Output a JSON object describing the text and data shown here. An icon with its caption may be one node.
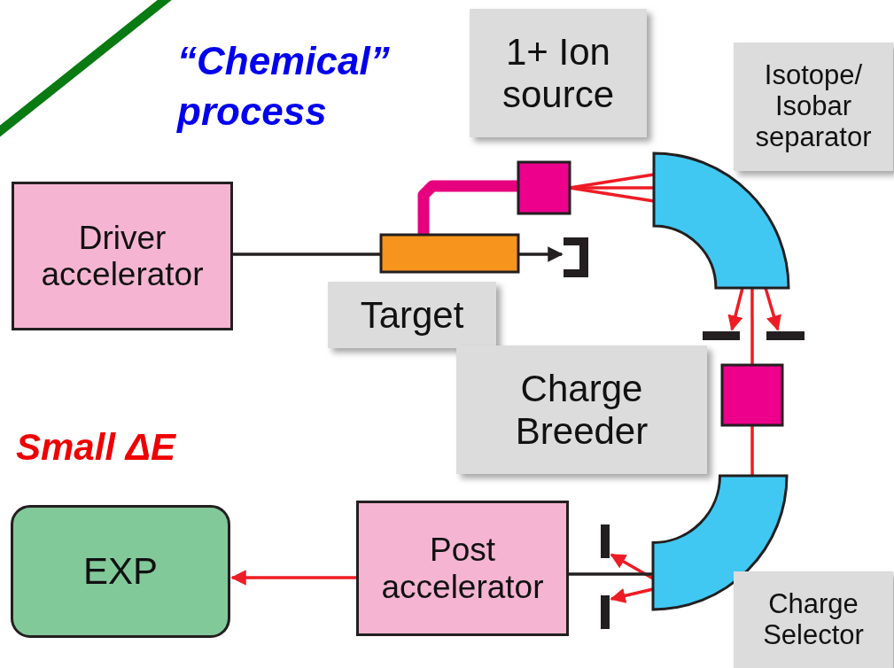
{
  "diagram": {
    "nodes": [
      {
        "text": [
          "Driver accelerator"
        ]
      },
      {
        "text": [],
        "shape": "bar"
      },
      {
        "text": [
          "Target"
        ]
      },
      {
        "text": [],
        "shape": "bracket"
      },
      {
        "text": [],
        "shape": "box"
      },
      {
        "text": [
          "1+ Ion source"
        ]
      },
      {
        "text": [],
        "shape": "arc"
      },
      {
        "text": [
          "Isotope/ Isobar separator"
        ]
      },
      {
        "text": [],
        "shape": "bar"
      },
      {
        "text": [],
        "shape": "bar"
      },
      {
        "text": [],
        "shape": "box"
      },
      {
        "text": [
          "Charge Breeder"
        ]
      },
      {
        "text": [],
        "shape": "arc"
      },
      {
        "text": [
          "Charge Selector"
        ]
      },
      {
        "text": [],
        "shape": "bar"
      },
      {
        "text": [],
        "shape": "bar"
      },
      {
        "text": [
          "Post accelerator"
        ]
      },
      {
        "text": [
          "EXP"
        ]
      }
    ],
    "edges": [
      {
        "from": 0,
        "to": 1,
        "arrow": "none",
        "color": "#231f20"
      },
      {
        "from": 1,
        "to": 3,
        "arrow": "to",
        "color": "#231f20"
      },
      {
        "from": 1,
        "to": 4,
        "arrow": "none",
        "style": "thick",
        "color": "#e6007e"
      },
      {
        "from": 4,
        "to": 6,
        "arrow": "none"
      },
      {
        "from": 4,
        "to": 6,
        "arrow": "none"
      },
      {
        "from": 4,
        "to": 6,
        "arrow": "none"
      },
      {
        "from": 6,
        "to": 8,
        "arrow": "to"
      },
      {
        "from": 6,
        "to": 9,
        "arrow": "to"
      },
      {
        "from": 6,
        "to": 10,
        "arrow": "none"
      },
      {
        "from": 10,
        "to": 12,
        "arrow": "none"
      },
      {
        "from": 12,
        "to": 14,
        "arrow": "to"
      },
      {
        "from": 12,
        "to": 15,
        "arrow": "to"
      },
      {
        "from": 12,
        "to": 16,
        "arrow": "none",
        "color": "#231f20"
      },
      {
        "from": 16,
        "to": 17,
        "arrow": "to"
      }
    ],
    "labels": [
      "“Chemical” process",
      "Small ΔE"
    ]
  }
}
